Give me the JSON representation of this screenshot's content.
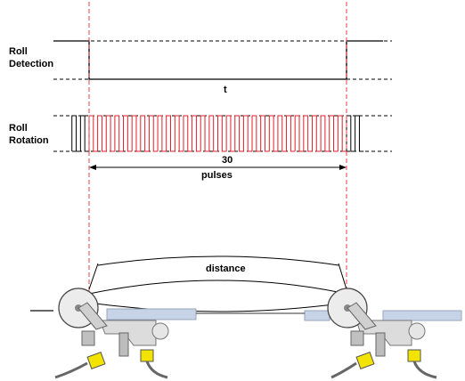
{
  "labels": {
    "roll_detection_line1": "Roll",
    "roll_detection_line2": "Detection",
    "roll_rotation_line1": "Roll",
    "roll_rotation_line2": "Rotation",
    "time": "t",
    "pulse_count": "30",
    "pulse_unit": "pulses",
    "distance": "distance"
  },
  "signals": {
    "pulse_count": 30
  },
  "colors": {
    "pulse_red": "#e0202a",
    "guide_red": "#e04040",
    "signal_black": "#000000",
    "roller_gray": "#c8c8c8",
    "rail_blue": "#c7d3e6",
    "sensor_yellow": "#f2e400"
  }
}
